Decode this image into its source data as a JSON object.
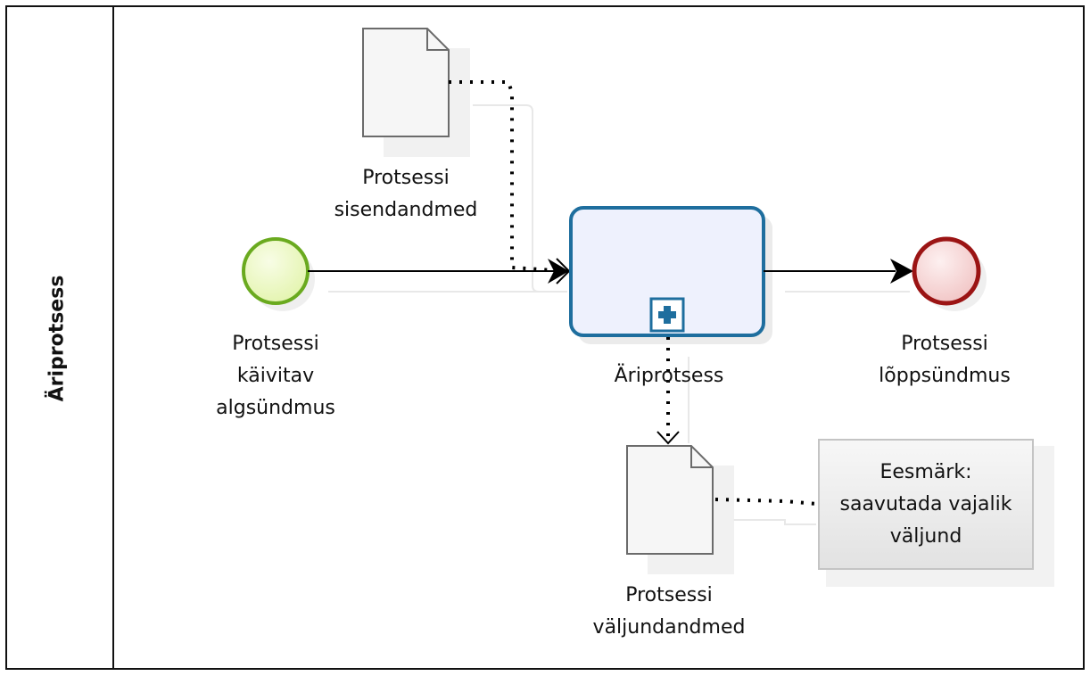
{
  "pool": {
    "lane_label": "Äriprotsess"
  },
  "start_event": {
    "line1": "Protsessi",
    "line2": "käivitav",
    "line3": "algsündmus"
  },
  "input_data": {
    "line1": "Protsessi",
    "line2": "sisendandmed"
  },
  "subprocess": {
    "label": "Äriprotsess"
  },
  "end_event": {
    "line1": "Protsessi",
    "line2": "lõppsündmus"
  },
  "output_data": {
    "line1": "Protsessi",
    "line2": "väljundandmed"
  },
  "annotation": {
    "line1": "Eesmärk:",
    "line2": "saavutada vajalik",
    "line3": "väljund"
  },
  "colors": {
    "start_fill": "#eaf7c0",
    "start_stroke": "#6aaa1f",
    "end_fill": "#f6d3d3",
    "end_stroke": "#9b1414",
    "task_fill": "#eef1fd",
    "task_stroke": "#1e6e9e",
    "doc_fill": "#f6f6f6",
    "doc_stroke": "#6b6b6b",
    "annotation_fill": "#ececec"
  }
}
